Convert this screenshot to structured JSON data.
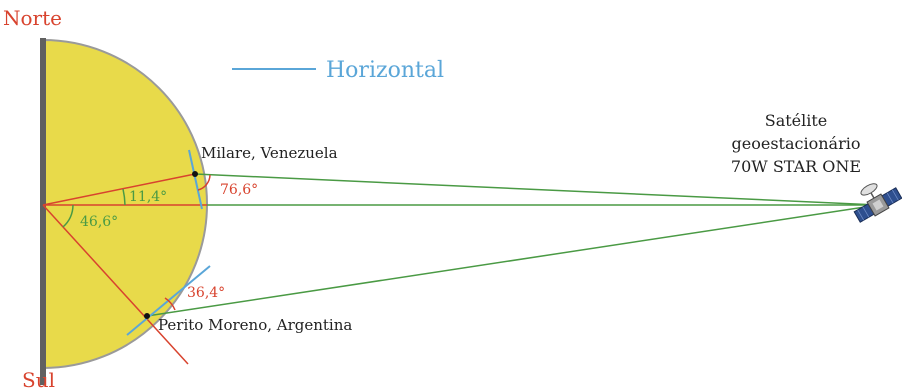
{
  "labels": {
    "north": "Norte",
    "south": "Sul",
    "horizontal": "Horizontal",
    "satellite_line1": "Satélite",
    "satellite_line2": "geoestacionário",
    "satellite_line3": "70W STAR ONE",
    "city_north": "Milare, Venezuela",
    "city_south": "Perito Moreno, Argentina",
    "angle_latitude_north": "11,4°",
    "angle_latitude_south": "46,6°",
    "angle_elevation_north": "76,6°",
    "angle_elevation_south": "36,4°"
  },
  "colors": {
    "earth_fill": "#e8da4a",
    "earth_outline": "#9a9a9a",
    "axis": "#606060",
    "red": "#d8432e",
    "green": "#4a9a44",
    "blue": "#5aa6d8",
    "text_dark": "#222222"
  },
  "icons": {
    "satellite": "satellite-icon"
  }
}
